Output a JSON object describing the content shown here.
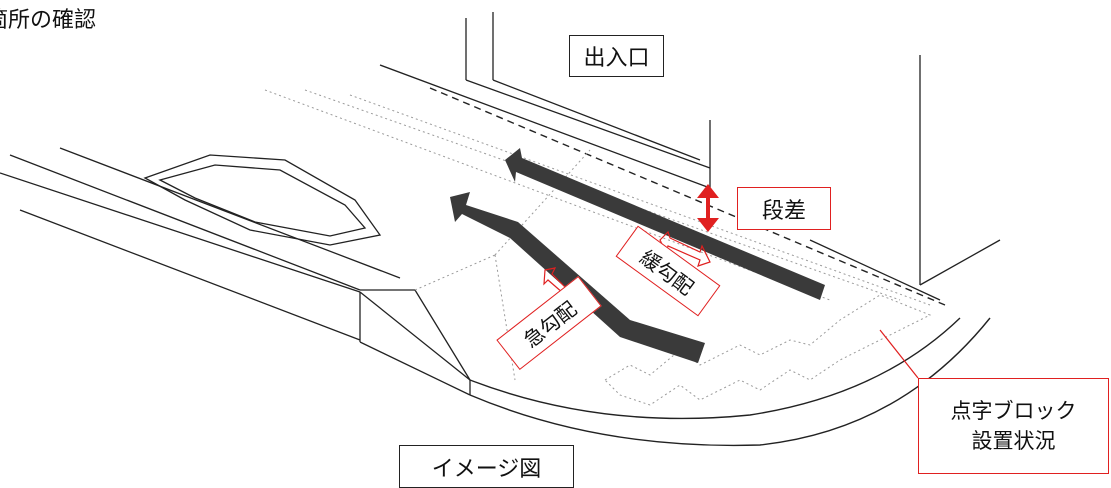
{
  "heading": "箇所の確認",
  "labels": {
    "entrance": "出入口",
    "step": "段差",
    "gentle_slope": "緩勾配",
    "steep_slope": "急勾配",
    "tactile_line1": "点字ブロック",
    "tactile_line2": "設置状況",
    "image_caption": "イメージ図"
  },
  "colors": {
    "arrow_dark": "#3a3a3a",
    "accent_red": "#e02020",
    "line": "#222222",
    "dotted": "#9a9a9a"
  }
}
